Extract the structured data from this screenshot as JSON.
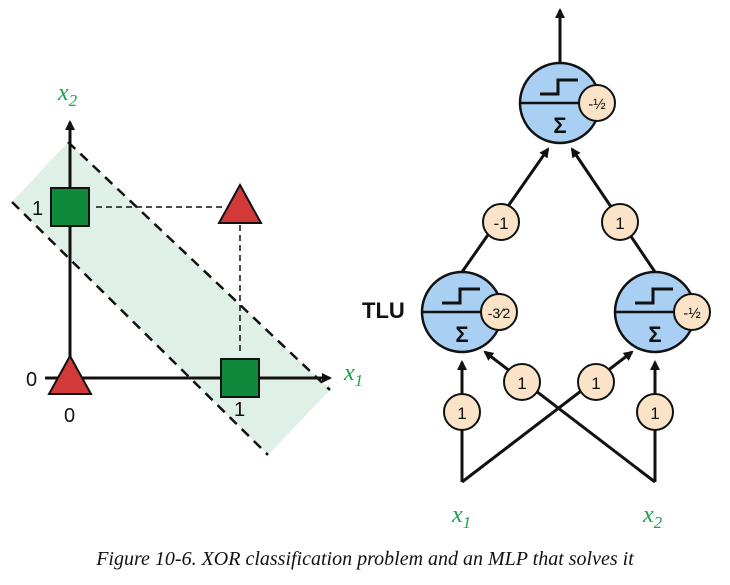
{
  "colors": {
    "green_square": "#0f8a3c",
    "red_triangle": "#d23a3a",
    "band_fill": "#dff0e6",
    "neuron_fill": "#a9d0f2",
    "bias_fill": "#fbe3c7",
    "axis_label": "#16a34a",
    "line": "#111111"
  },
  "plot": {
    "x_axis_label": "x",
    "x_axis_sub": "1",
    "y_axis_label": "x",
    "y_axis_sub": "2",
    "tick_x0": "0",
    "tick_x1": "1",
    "tick_y0": "0",
    "tick_y1": "1",
    "points": [
      {
        "x": 0,
        "y": 1,
        "class": "square"
      },
      {
        "x": 1,
        "y": 0,
        "class": "square"
      },
      {
        "x": 0,
        "y": 0,
        "class": "triangle"
      },
      {
        "x": 1,
        "y": 1,
        "class": "triangle"
      }
    ]
  },
  "mlp": {
    "tlu_label": "TLU",
    "sum_symbol": "Σ",
    "output_bias": "-½",
    "hidden_left_bias": "-3⁄2",
    "hidden_right_bias": "-½",
    "weight_out_left": "-1",
    "weight_out_right": "1",
    "weight_x1_left": "1",
    "weight_x1_right": "1",
    "weight_x2_left": "1",
    "weight_x2_right": "1",
    "input1_label": "x",
    "input1_sub": "1",
    "input2_label": "x",
    "input2_sub": "2"
  },
  "caption": "Figure 10-6. XOR classification problem and an MLP that solves it"
}
